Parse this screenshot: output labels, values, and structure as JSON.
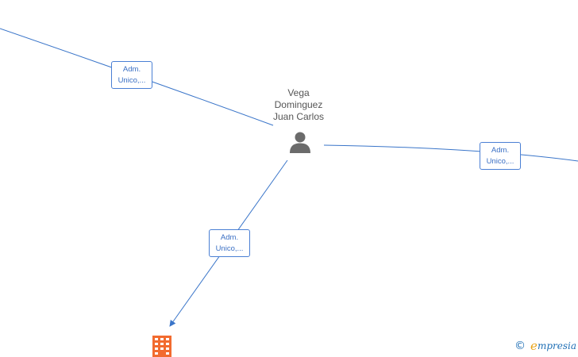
{
  "person": {
    "name": "Vega\nDominguez\nJuan Carlos",
    "icon": "person-icon"
  },
  "company": {
    "icon": "building-icon",
    "color": "#f26b2f"
  },
  "edges": [
    {
      "id": "top-left",
      "label_line1": "Adm.",
      "label_line2": "Unico,..."
    },
    {
      "id": "right",
      "label_line1": "Adm.",
      "label_line2": "Unico,..."
    },
    {
      "id": "bottom",
      "label_line1": "Adm.",
      "label_line2": "Unico,..."
    }
  ],
  "footer": {
    "copyright": "©",
    "brand_initial": "e",
    "brand_rest": "mpresia"
  },
  "colors": {
    "edge": "#3a75c9",
    "label_border": "#4a7fd4",
    "person": "#6b6b6b"
  }
}
